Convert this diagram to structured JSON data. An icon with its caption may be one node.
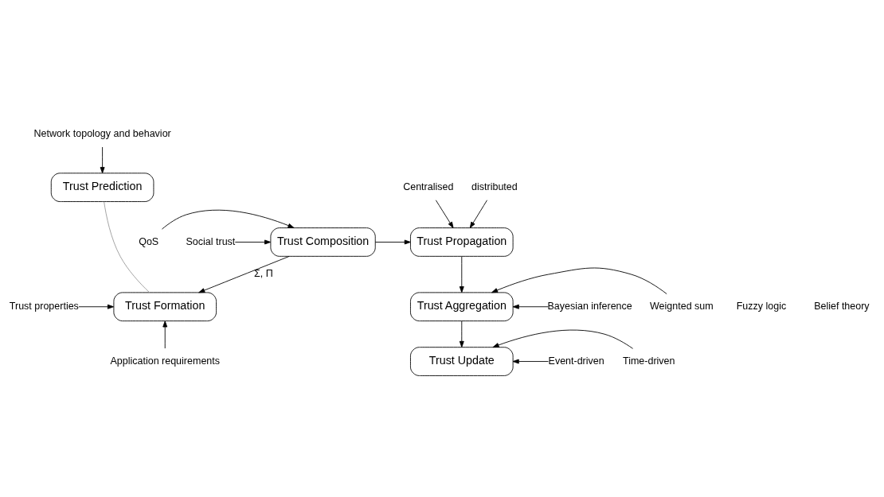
{
  "diagram": {
    "nodes": [
      {
        "text": [
          "Network topology and behavior"
        ]
      },
      {
        "text": [
          "Trust Prediction"
        ]
      },
      {
        "text": [
          "Centralised"
        ]
      },
      {
        "text": [
          "distributed"
        ]
      },
      {
        "text": [
          "QoS"
        ]
      },
      {
        "text": [
          "Trust Composition"
        ]
      },
      {
        "text": [
          "Social trust"
        ]
      },
      {
        "text": [
          "Trust Propagation"
        ]
      },
      {
        "text": [
          "Trust Formation"
        ]
      },
      {
        "text": [
          "Trust properties"
        ]
      },
      {
        "text": [
          "Bayesian inference"
        ]
      },
      {
        "text": [
          "Trust Aggregation"
        ]
      },
      {
        "text": [
          "Weignted sum"
        ]
      },
      {
        "text": [
          "Application requirements"
        ]
      },
      {
        "text": [
          "Trust Update"
        ]
      },
      {
        "text": [
          "Time-driven"
        ]
      },
      {
        "text": [
          "Event-driven"
        ]
      }
    ],
    "edges": [
      {
        "from": 0,
        "to": 1,
        "arrow": "to"
      },
      {
        "from": 2,
        "to": 7,
        "arrow": "to"
      },
      {
        "from": 3,
        "to": 7,
        "arrow": "to"
      },
      {
        "from": 4,
        "to": 5,
        "arrow": "to"
      },
      {
        "from": 6,
        "to": 5,
        "arrow": "to"
      },
      {
        "from": 5,
        "to": 7,
        "arrow": "to"
      },
      {
        "from": 5,
        "to": 8,
        "arrow": "to",
        "label": "Σ, Π"
      },
      {
        "from": 1,
        "to": 8,
        "arrow": "none",
        "color": "#999999"
      },
      {
        "from": 9,
        "to": 8,
        "arrow": "to"
      },
      {
        "from": 13,
        "to": 8,
        "arrow": "to"
      },
      {
        "from": 7,
        "to": 11,
        "arrow": "to"
      },
      {
        "from": 10,
        "to": 11,
        "arrow": "to"
      },
      {
        "from": 12,
        "to": 11,
        "arrow": "to"
      },
      {
        "from": 11,
        "to": 14,
        "arrow": "to"
      },
      {
        "from": 15,
        "to": 14,
        "arrow": "to"
      },
      {
        "from": 16,
        "to": 14,
        "arrow": "to"
      }
    ],
    "labels": [
      "Fuzzy logic",
      "Belief theory"
    ]
  }
}
